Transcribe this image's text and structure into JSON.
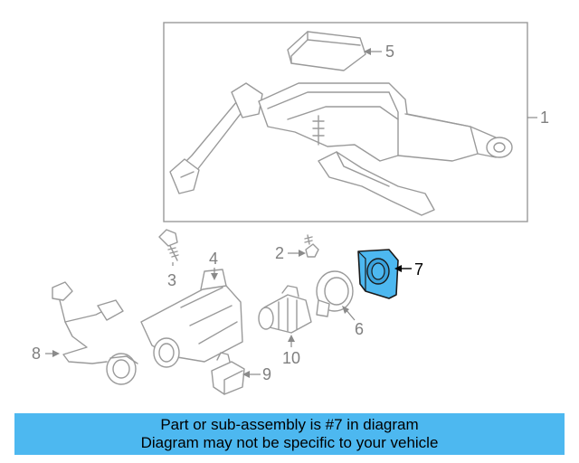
{
  "diagram": {
    "callouts": [
      "1",
      "2",
      "3",
      "4",
      "5",
      "6",
      "7",
      "8",
      "9",
      "10"
    ],
    "highlighted_part": "7",
    "highlight_color": "#4db8f0"
  },
  "banner": {
    "line1": "Part or sub-assembly is #7 in diagram",
    "line2": "Diagram may not be specific to your vehicle",
    "background": "#4db8f0"
  }
}
